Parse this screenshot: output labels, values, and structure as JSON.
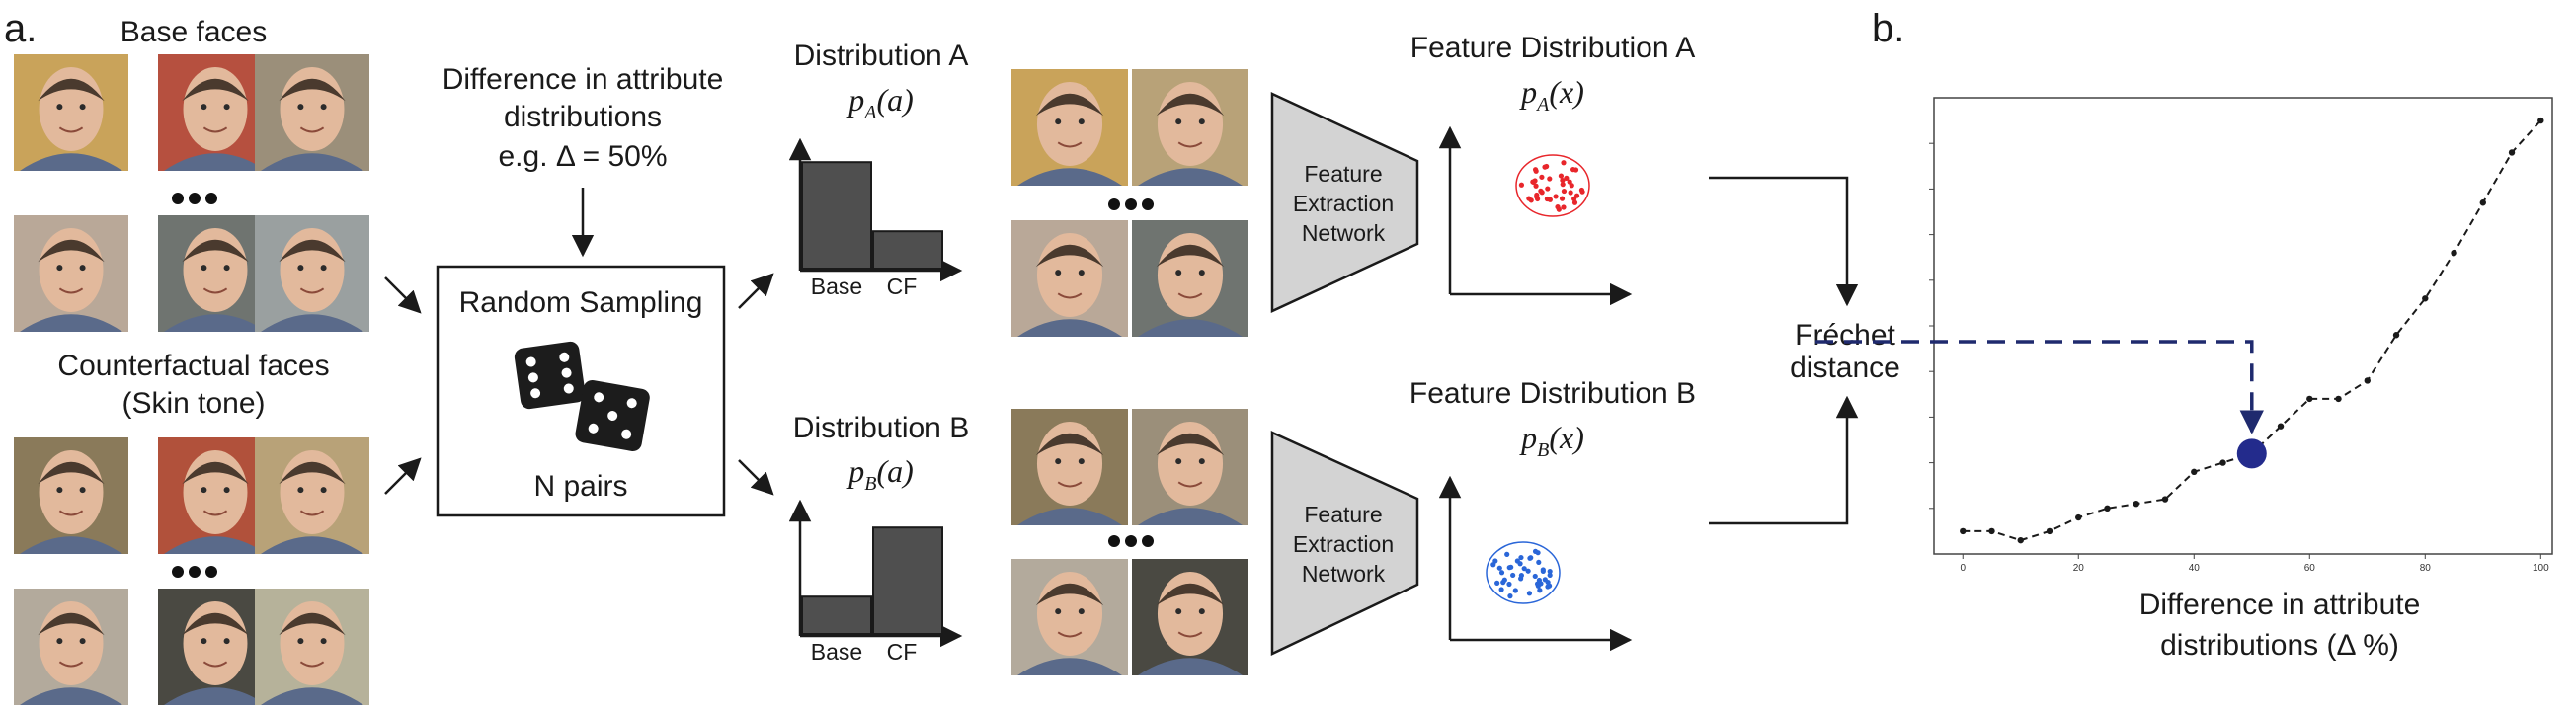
{
  "panel_a_label": "a.",
  "panel_b_label": "b.",
  "base_faces_label": "Base faces",
  "counterfactual_label": "Counterfactual faces",
  "counterfactual_sublabel": "(Skin tone)",
  "difference_lines": [
    "Difference in attribute",
    "distributions",
    "e.g.  Δ = 50%"
  ],
  "random_sampling_label": "Random Sampling",
  "n_pairs_label": "N pairs",
  "distribution_a": {
    "title": "Distribution A",
    "formula": "pA(a)",
    "bars": {
      "Base": 0.77,
      "CF": 0.27
    },
    "bar_labels": [
      "Base",
      "CF"
    ]
  },
  "distribution_b": {
    "title": "Distribution B",
    "formula": "pB(a)",
    "bars": {
      "Base": 0.27,
      "CF": 0.77
    },
    "bar_labels": [
      "Base",
      "CF"
    ]
  },
  "network_label_lines": [
    "Feature",
    "Extraction",
    "Network"
  ],
  "feature_dist_a": {
    "title": "Feature Distribution A",
    "formula": "pA(x)",
    "color": "#e8262b"
  },
  "feature_dist_b": {
    "title": "Feature Distribution B",
    "formula": "pB(x)",
    "color": "#2a66d8"
  },
  "frechet_lines": [
    "Fréchet",
    "distance"
  ],
  "highlight_color": "#232b8c",
  "dashed_color": "#1f2a6e",
  "face_colors": {
    "base": [
      "#c9a35a",
      "#b6503f",
      "#9b8f7a",
      "#b9a898",
      "#6f7470",
      "#9aa0a0"
    ],
    "cf": [
      "#8a7a5a",
      "#b1513b",
      "#b8a278",
      "#b3aa9c",
      "#4a4942",
      "#b6b29a"
    ]
  },
  "chart_data": {
    "type": "line",
    "xlabel_lines": [
      "Difference in attribute",
      "distributions (Δ %)"
    ],
    "ylabel": "",
    "xlim": [
      -5,
      102
    ],
    "ylim": [
      0,
      1
    ],
    "xticks": [
      0,
      20,
      40,
      60,
      80,
      100
    ],
    "x": [
      0,
      5,
      10,
      15,
      20,
      25,
      30,
      35,
      40,
      45,
      50,
      55,
      60,
      65,
      70,
      75,
      80,
      85,
      90,
      95,
      100
    ],
    "values": [
      0.05,
      0.05,
      0.03,
      0.05,
      0.08,
      0.1,
      0.11,
      0.12,
      0.18,
      0.2,
      0.22,
      0.28,
      0.34,
      0.34,
      0.38,
      0.48,
      0.56,
      0.66,
      0.77,
      0.88,
      0.95
    ],
    "highlight_x": 50,
    "highlight_value": 0.22,
    "grid": false
  }
}
